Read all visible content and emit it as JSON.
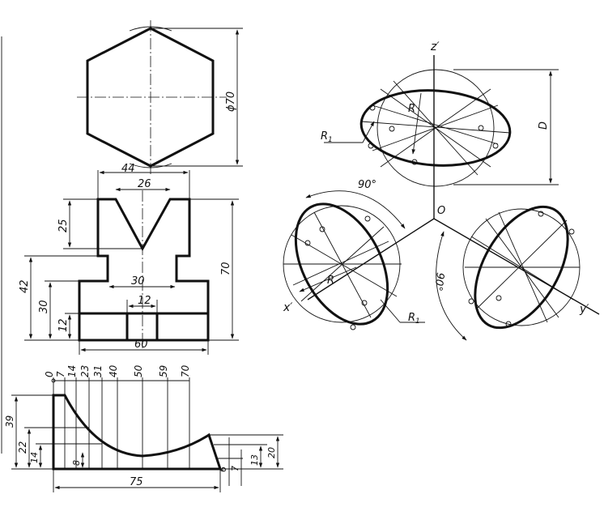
{
  "top_view": {
    "diameter_label": "ϕ70",
    "width_label": "44"
  },
  "front_view": {
    "dims": {
      "top_width": "26",
      "groove_depth": "25",
      "overall_height": "70",
      "ledge_height": "42",
      "body_height": "30",
      "inner_width": "30",
      "slot_width": "12",
      "slot_height": "12",
      "base_width": "60"
    }
  },
  "profile_view": {
    "x_ticks": [
      "0",
      "7",
      "14",
      "23",
      "31",
      "40",
      "50",
      "59",
      "70"
    ],
    "dims": {
      "h39": "39",
      "h22": "22",
      "h14": "14",
      "h8": "8",
      "h6": "6",
      "h7": "7",
      "h13": "13",
      "h20": "20",
      "total_length": "75"
    }
  },
  "axonometric": {
    "origin": "O",
    "axis_z": "z′",
    "axis_x": "x′",
    "axis_y": "y′",
    "angle_top": "90°",
    "angle_right": "90°",
    "radius": "R",
    "radius_1": "R",
    "subscript_1": "1",
    "dimension_d": "D"
  }
}
